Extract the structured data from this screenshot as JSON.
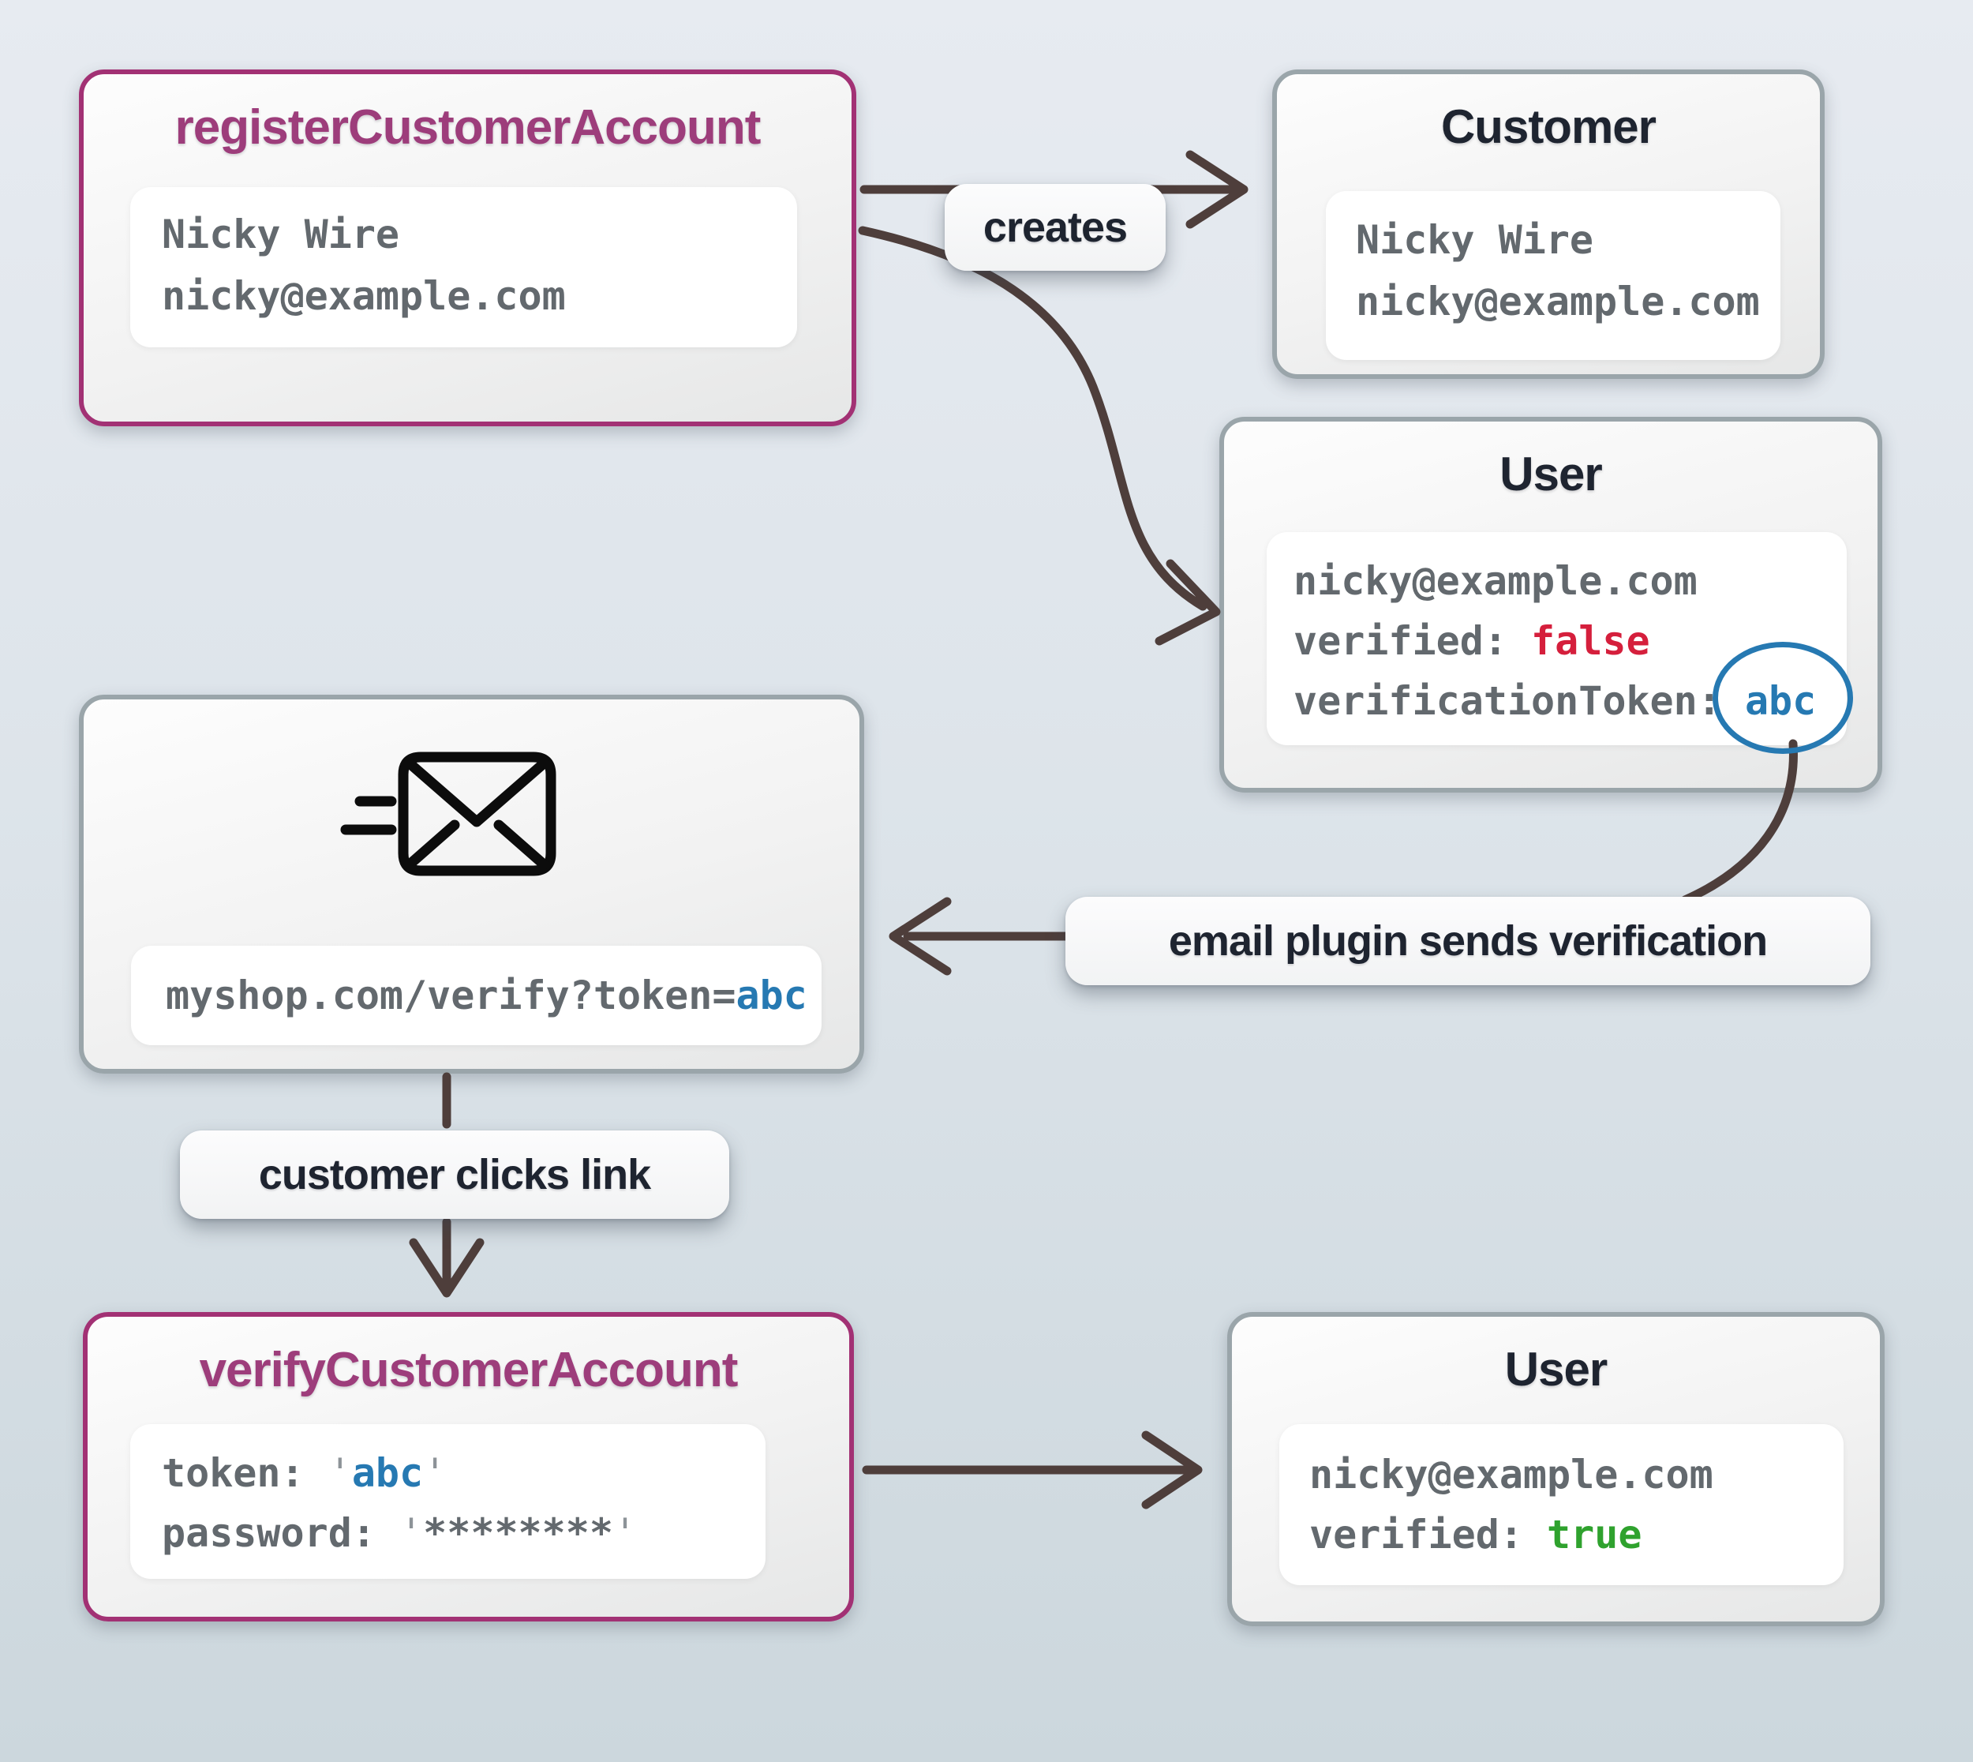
{
  "colors": {
    "background_top": "#e7ebf1",
    "background_bottom": "#ccd7dd",
    "accent_purple_border": "#a23174",
    "purple_title": "#9d3d7b",
    "gray_border": "#9aa5aa",
    "title_dark": "#1e2430",
    "code_gray": "#63696e",
    "arrow_brown": "#4e3e3b",
    "false_red": "#d51f3c",
    "token_blue": "#2679b2",
    "true_green": "#2fa22e"
  },
  "nodes": {
    "register": {
      "title": "registerCustomerAccount",
      "name": "Nicky Wire",
      "email": "nicky@example.com"
    },
    "customer": {
      "title": "Customer",
      "name": "Nicky Wire",
      "email": "nicky@example.com"
    },
    "user_unverified": {
      "title": "User",
      "email": "nicky@example.com",
      "verified_key": "verified:",
      "verified_value": "false",
      "token_key": "verificationToken:",
      "token_value": "abc"
    },
    "email_message": {
      "icon": "send-email-icon",
      "url_prefix": "myshop.com/verify?token=",
      "url_token": "abc"
    },
    "verify": {
      "title": "verifyCustomerAccount",
      "token_key": "token:",
      "token_value": "abc",
      "password_key": "password:",
      "password_value": "********"
    },
    "user_verified": {
      "title": "User",
      "email": "nicky@example.com",
      "verified_key": "verified:",
      "verified_value": "true"
    }
  },
  "labels": {
    "creates": "creates",
    "email_plugin": "email plugin sends verification",
    "customer_clicks": "customer clicks link"
  },
  "punct": {
    "quote": "'"
  }
}
